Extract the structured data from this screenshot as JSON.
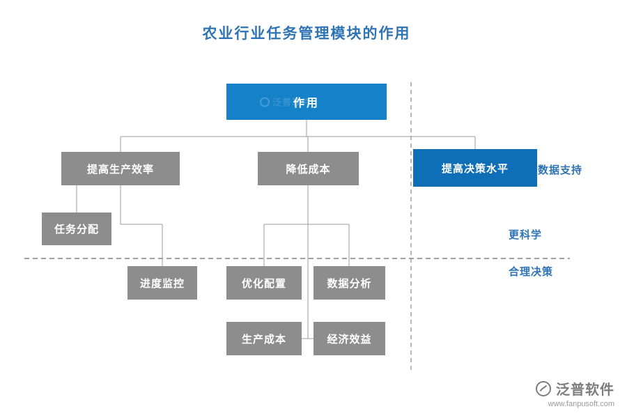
{
  "title": "农业行业任务管理模块的作用",
  "nodes": {
    "root": "作用",
    "efficiency": "提高生产效率",
    "cost": "降低成本",
    "decision": "提高决策水平",
    "task_allocation": "任务分配",
    "progress_monitor": "进度监控",
    "optimize_config": "优化配置",
    "data_analysis": "数据分析",
    "production_cost": "生产成本",
    "economic_benefit": "经济效益"
  },
  "annotations": {
    "data_support": "数据支持",
    "more_scientific": "更科学",
    "rational_decision": "合理决策"
  },
  "watermark": {
    "text": "泛普软件"
  },
  "footer": {
    "brand": "泛普软件",
    "url": "www.fanpusoft.com"
  },
  "colors": {
    "title_blue": "#2E74B5",
    "node_blue": "#1581C9",
    "node_blue_dark": "#0F6FB6",
    "node_gray": "#8D8D8D",
    "line_gray": "#9B9B9B",
    "brand_gray": "#7D7D7D"
  }
}
